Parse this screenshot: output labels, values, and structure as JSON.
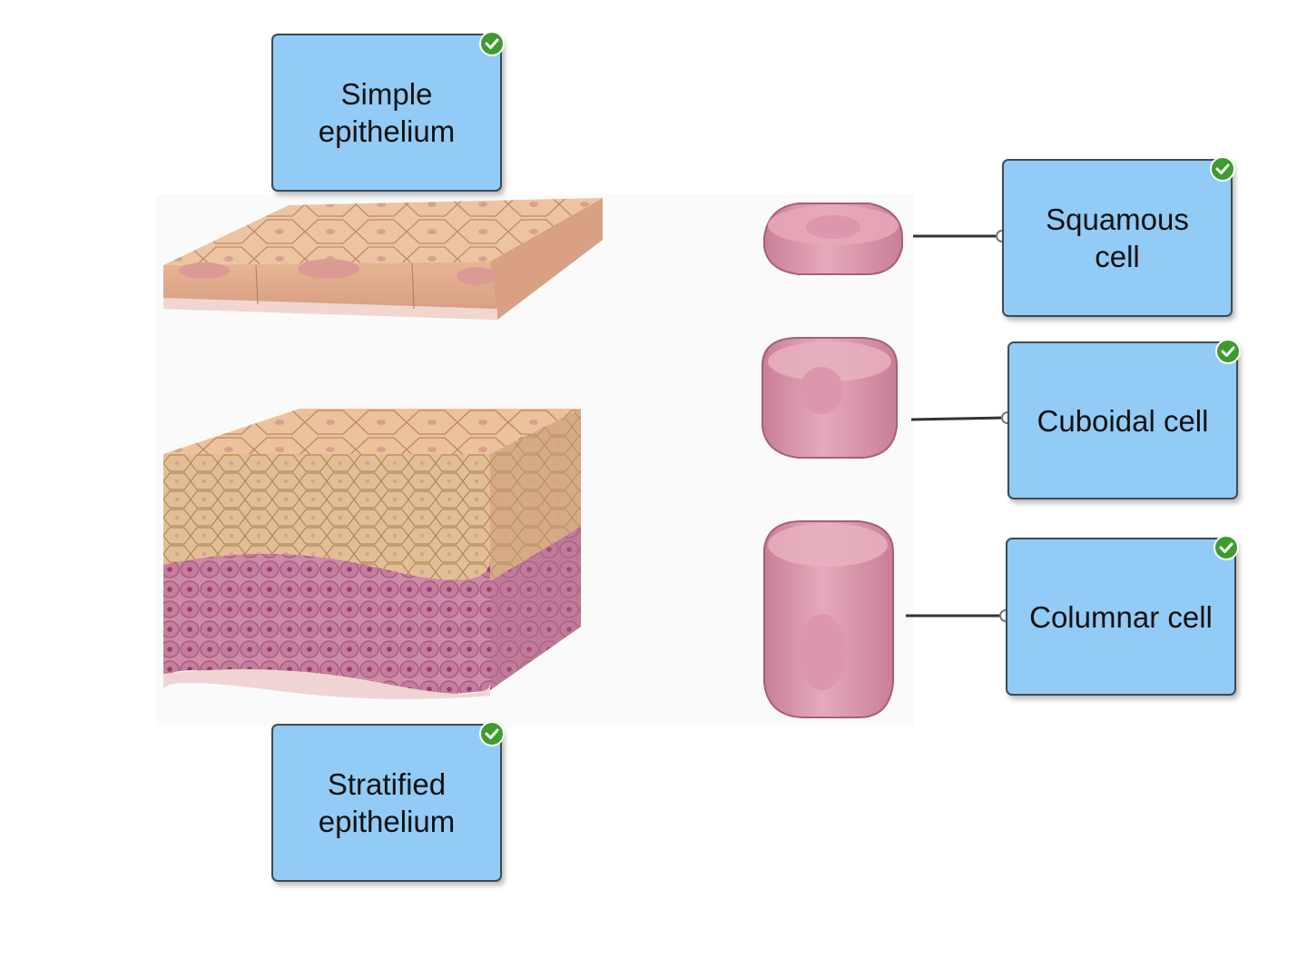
{
  "labels": {
    "simple": "Simple\nepithelium",
    "stratified": "Stratified\nepithelium",
    "squamous": "Squamous\ncell",
    "cuboidal": "Cuboidal cell",
    "columnar": "Columnar cell"
  },
  "status": {
    "icon": "check-icon",
    "color": "#3e9b30",
    "all_correct": true
  },
  "colors": {
    "label_fill": "#92cbf6",
    "label_border": "#3f4a52",
    "tissue": "#e8b896",
    "cell": "#cf8a9c"
  }
}
